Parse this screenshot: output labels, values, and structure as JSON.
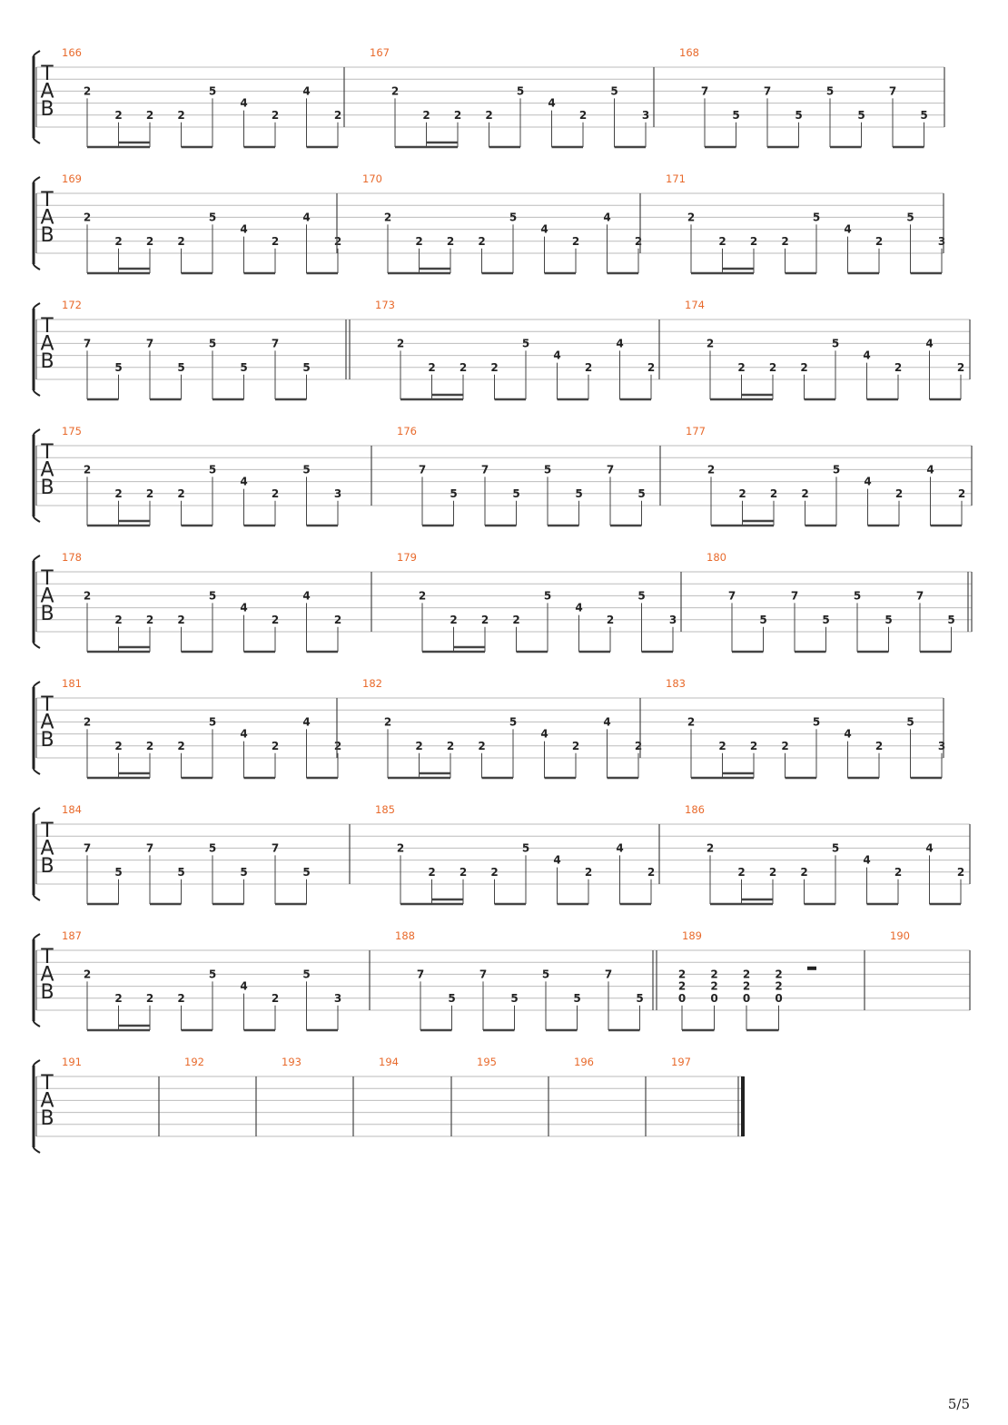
{
  "page_number": "5/5",
  "tab_clef": [
    "T",
    "A",
    "B"
  ],
  "colors": {
    "measure_number": "#e86a2c",
    "ink": "#222222",
    "staff_line": "#bbbbbb"
  },
  "patterns": {
    "A": [
      [
        1,
        3,
        "2"
      ],
      [
        2,
        5,
        "2"
      ],
      [
        3,
        5,
        "2"
      ],
      [
        4,
        5,
        "2"
      ],
      [
        5,
        3,
        "5"
      ],
      [
        6,
        4,
        "4"
      ],
      [
        7,
        5,
        "2"
      ],
      [
        8,
        3,
        "4"
      ],
      [
        9,
        5,
        "2"
      ]
    ],
    "B": [
      [
        1,
        3,
        "2"
      ],
      [
        2,
        5,
        "2"
      ],
      [
        3,
        5,
        "2"
      ],
      [
        4,
        5,
        "2"
      ],
      [
        5,
        3,
        "5"
      ],
      [
        6,
        4,
        "4"
      ],
      [
        7,
        5,
        "2"
      ],
      [
        8,
        3,
        "5"
      ],
      [
        9,
        5,
        "3"
      ]
    ],
    "C": [
      [
        1,
        3,
        "7"
      ],
      [
        2,
        5,
        "5"
      ],
      [
        3,
        3,
        "7"
      ],
      [
        4,
        5,
        "5"
      ],
      [
        5,
        3,
        "5"
      ],
      [
        6,
        5,
        "5"
      ],
      [
        7,
        3,
        "7"
      ],
      [
        8,
        5,
        "5"
      ]
    ]
  },
  "systems": [
    {
      "measures": [
        {
          "number": "166",
          "pattern": "A"
        },
        {
          "number": "167",
          "pattern": "B"
        },
        {
          "number": "168",
          "pattern": "C"
        }
      ]
    },
    {
      "measures": [
        {
          "number": "169",
          "pattern": "A"
        },
        {
          "number": "170",
          "pattern": "A"
        },
        {
          "number": "171",
          "pattern": "B"
        }
      ]
    },
    {
      "measures": [
        {
          "number": "172",
          "pattern": "C",
          "barline_end": "double"
        },
        {
          "number": "173",
          "pattern": "A"
        },
        {
          "number": "174",
          "pattern": "A"
        }
      ]
    },
    {
      "measures": [
        {
          "number": "175",
          "pattern": "B"
        },
        {
          "number": "176",
          "pattern": "C"
        },
        {
          "number": "177",
          "pattern": "A"
        }
      ]
    },
    {
      "measures": [
        {
          "number": "178",
          "pattern": "A"
        },
        {
          "number": "179",
          "pattern": "B"
        },
        {
          "number": "180",
          "pattern": "C",
          "barline_end": "double"
        }
      ]
    },
    {
      "measures": [
        {
          "number": "181",
          "pattern": "A"
        },
        {
          "number": "182",
          "pattern": "A"
        },
        {
          "number": "183",
          "pattern": "B"
        }
      ]
    },
    {
      "measures": [
        {
          "number": "184",
          "pattern": "C"
        },
        {
          "number": "185",
          "pattern": "A"
        },
        {
          "number": "186",
          "pattern": "A"
        }
      ]
    },
    {
      "measures": [
        {
          "number": "187",
          "pattern": "B"
        },
        {
          "number": "188",
          "pattern": "C",
          "barline_end": "double"
        },
        {
          "number": "189",
          "chords": true,
          "chord": [
            "2",
            "2",
            "0"
          ],
          "count": 4,
          "rest": true
        },
        {
          "number": "190",
          "empty": true
        }
      ]
    },
    {
      "measures": [
        {
          "number": "191",
          "empty": true
        },
        {
          "number": "192",
          "empty": true
        },
        {
          "number": "193",
          "empty": true
        },
        {
          "number": "194",
          "empty": true
        },
        {
          "number": "195",
          "empty": true
        },
        {
          "number": "196",
          "empty": true
        },
        {
          "number": "197",
          "empty": true,
          "barline_end": "final"
        }
      ]
    }
  ]
}
